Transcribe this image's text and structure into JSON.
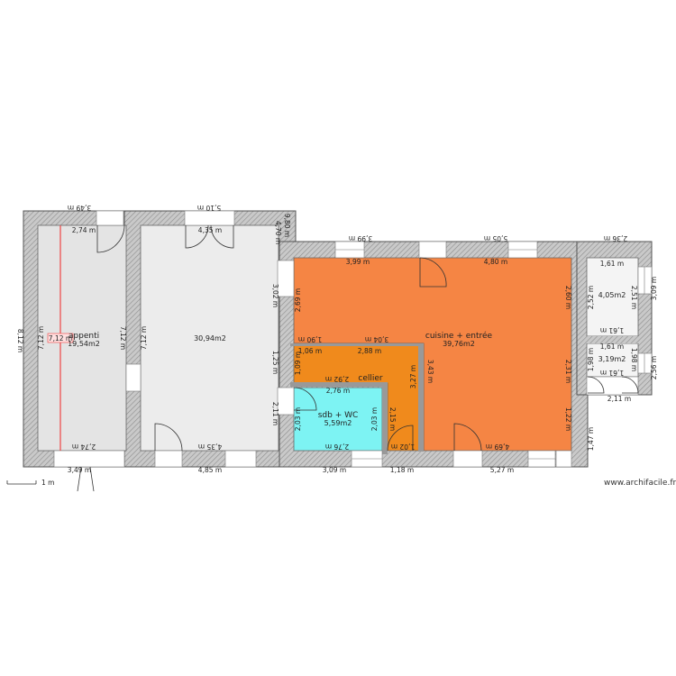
{
  "colors": {
    "wall": "#b9b9b9",
    "wall_border": "#555555",
    "appentis_fill": "#e4e4e4",
    "main_room_fill": "#ececec",
    "kitchen_fill": "#f58544",
    "cellier_fill": "#f08a1c",
    "sdb_fill": "#7df3f3",
    "annex_fill": "#f4f4f4",
    "highlight": "#ee4444"
  },
  "rooms": {
    "appentis": {
      "label": "appenti",
      "area": "19,54m2"
    },
    "main_room": {
      "label": "",
      "area": "30,94m2"
    },
    "kitchen": {
      "label": "cuisine  + entrée",
      "area": "39,76m2"
    },
    "cellier": {
      "label": "cellier",
      "area": ""
    },
    "sdb": {
      "label": "sdb + WC",
      "area": "5,59m2"
    },
    "annex_top": {
      "label": "",
      "area": "4,05m2"
    },
    "annex_bottom": {
      "label": "",
      "area": "3,19m2"
    }
  },
  "highlight_dim": "7,12 m",
  "dims": {
    "d01": "3,49 m",
    "d02": "5,10 m",
    "d03": "2,74 m",
    "d04": "4,35 m",
    "d05": "4,70 m",
    "d06": "9,80 m",
    "d07": "3,99 m",
    "d08": "5,05 m",
    "d09": "2,36 m",
    "d10": "3,99 m",
    "d11": "4,80 m",
    "d12": "1,61 m",
    "d13": "3,09 m",
    "d14": "2,51 m",
    "d15": "2,52 m",
    "d16": "1,61 m",
    "d17": "1,61 m",
    "d18": "1,98 m",
    "d19": "1,98 m",
    "d20": "2,56 m",
    "d21": "1,61 m",
    "d22": "2,11 m",
    "d23": "8,12 m",
    "d24": "7,12 m",
    "d25": "7,12 m",
    "d26": "7,12 m",
    "d27": "3,02 m",
    "d28": "2,69 m",
    "d29": "2,60 m",
    "d30": "1,90 m",
    "d31": "3,04 m",
    "d32": "1,06 m",
    "d33": "2,88 m",
    "d34": "1,09 m",
    "d35": "1,25 m",
    "d36": "2,92 m",
    "d37": "2,76 m",
    "d38": "3,27 m",
    "d39": "3,43 m",
    "d40": "2,31 m",
    "d41": "2,11 m",
    "d42": "2,03 m",
    "d43": "2,03 m",
    "d44": "2,15 m",
    "d45": "1,22 m",
    "d46": "1,02 m",
    "d47": "2,76 m",
    "d48": "2,74 m",
    "d49": "4,35 m",
    "d50": "4,69 m",
    "d51": "1,47 m",
    "d52": "3,49 m",
    "d53": "4,85 m",
    "d54": "3,09 m",
    "d55": "1,18 m",
    "d56": "5,27 m"
  },
  "scale_label": "1 m",
  "site": "www.archifacile.fr"
}
